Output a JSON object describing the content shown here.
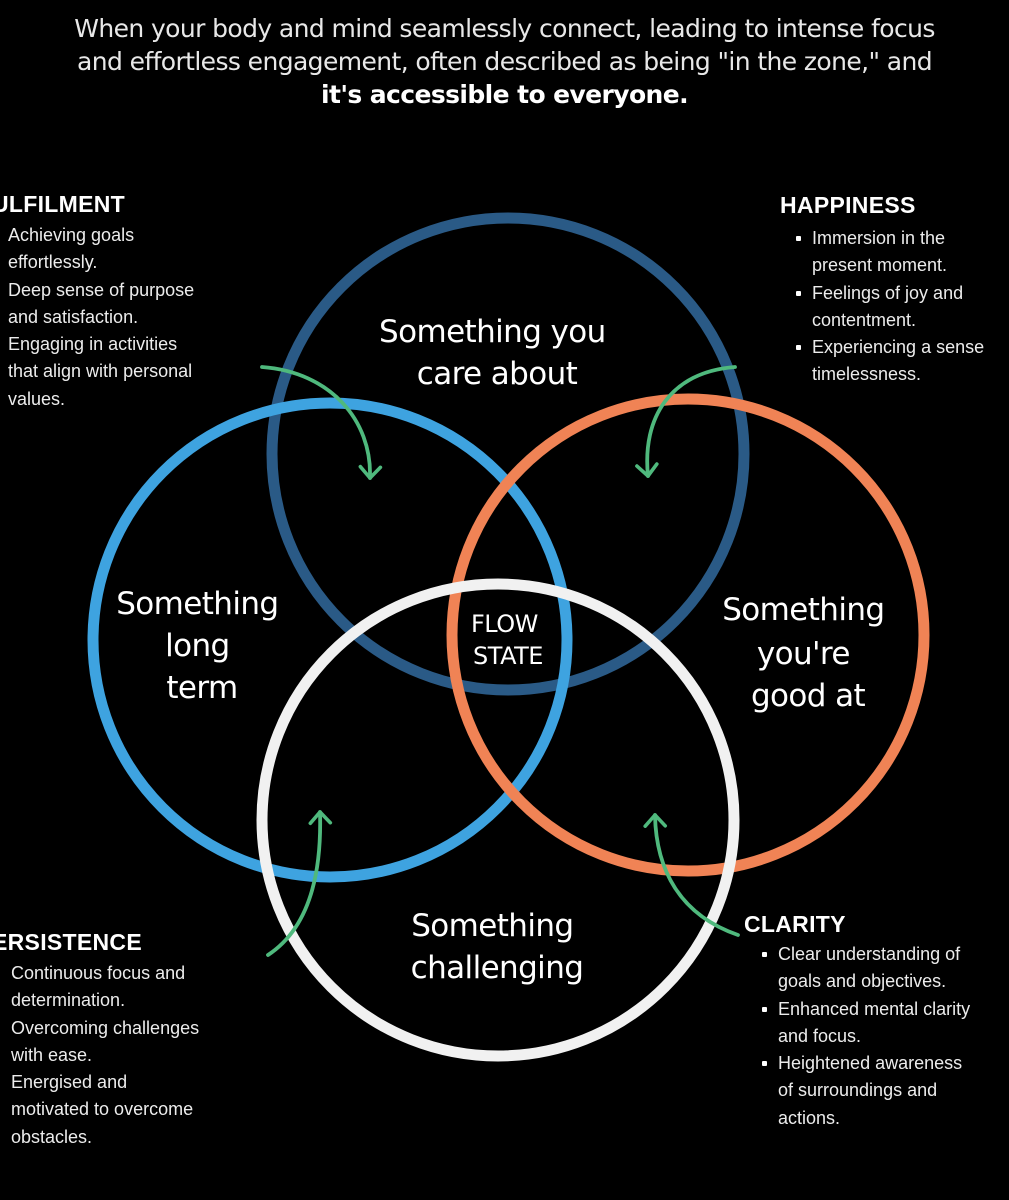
{
  "intro": {
    "line1": "When your body and mind seamlessly connect, leading to intense focus",
    "line2": "and effortless engagement, often described as being \"in the zone,\" and",
    "line3": "it's accessible to everyone."
  },
  "circles": {
    "top": {
      "lines": [
        "Something you",
        "care about"
      ],
      "color": "#2a5a86"
    },
    "left": {
      "lines": [
        "Something",
        "long",
        "term"
      ],
      "color": "#3ea3e0"
    },
    "right": {
      "lines": [
        "Something",
        "you're",
        "good at"
      ],
      "color": "#f08355"
    },
    "bottom": {
      "lines": [
        "Something",
        "challenging"
      ],
      "color": "#f1f1f1"
    }
  },
  "center": {
    "lines": [
      "FLOW",
      "STATE"
    ]
  },
  "arrow_color": "#4fb97d",
  "panels": {
    "fulfilment": {
      "title": "ULFILMENT",
      "lines": [
        "Achieving goals",
        "effortlessly.",
        "Deep sense of purpose",
        "and satisfaction.",
        "Engaging in activities",
        "that align with personal",
        "values."
      ]
    },
    "happiness": {
      "title": "HAPPINESS",
      "lines": [
        "Immersion in the",
        "present moment.",
        "Feelings of joy and",
        "contentment.",
        "Experiencing a sense",
        "timelessness."
      ]
    },
    "persistence": {
      "title": "ERSISTENCE",
      "lines": [
        "Continuous focus and",
        "determination.",
        "Overcoming challenges",
        "with ease.",
        "Energised and",
        "motivated to overcome",
        "obstacles."
      ]
    },
    "clarity": {
      "title": "CLARITY",
      "lines": [
        "Clear understanding of",
        "goals and objectives.",
        "Enhanced mental clarity",
        "and focus.",
        "Heightened awareness",
        "of surroundings and",
        "actions."
      ]
    }
  }
}
